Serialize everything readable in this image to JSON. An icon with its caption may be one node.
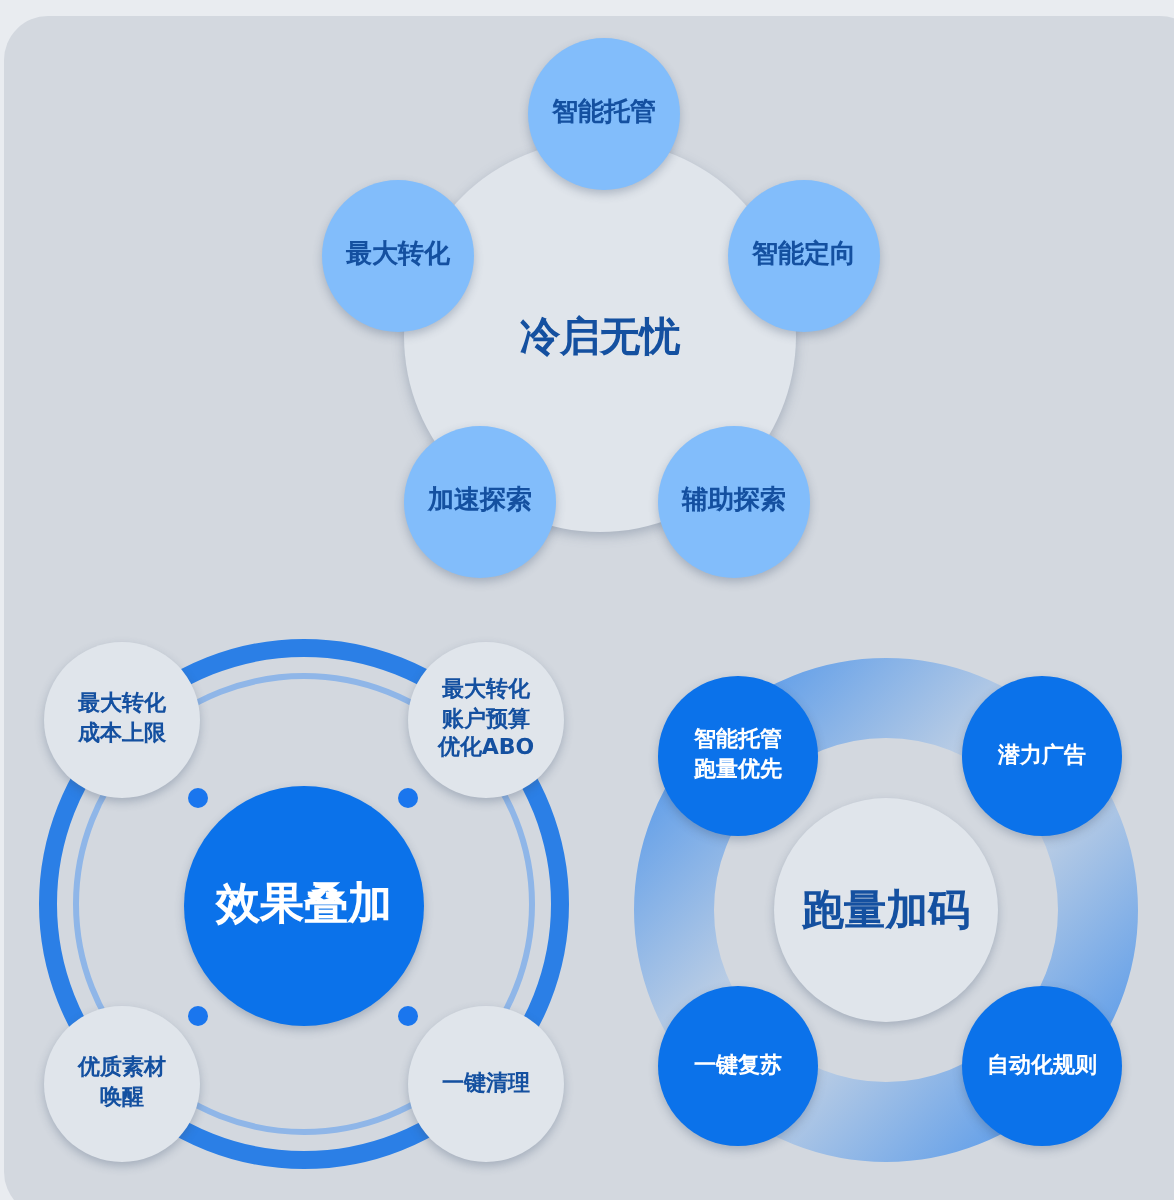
{
  "diagram": {
    "nodes": [
      {
        "text": [
          "冷启无忧"
        ]
      },
      {
        "text": [
          "智能托管"
        ]
      },
      {
        "text": [
          "智能定向"
        ]
      },
      {
        "text": [
          "辅助探索"
        ]
      },
      {
        "text": [
          "加速探索"
        ]
      },
      {
        "text": [
          "最大转化"
        ]
      },
      {
        "text": [
          "效果叠加"
        ]
      },
      {
        "text": [
          "最大转化成本上限"
        ]
      },
      {
        "text": [
          "最大转化账户预算优化ABO"
        ]
      },
      {
        "text": [
          "优质素材唤醒"
        ]
      },
      {
        "text": [
          "一键清理"
        ]
      },
      {
        "text": [
          "跑量加码"
        ]
      },
      {
        "text": [
          "智能托管跑量优先"
        ]
      },
      {
        "text": [
          "潜力广告"
        ]
      },
      {
        "text": [
          "一键复苏"
        ]
      },
      {
        "text": [
          "自动化规则"
        ]
      }
    ]
  }
}
